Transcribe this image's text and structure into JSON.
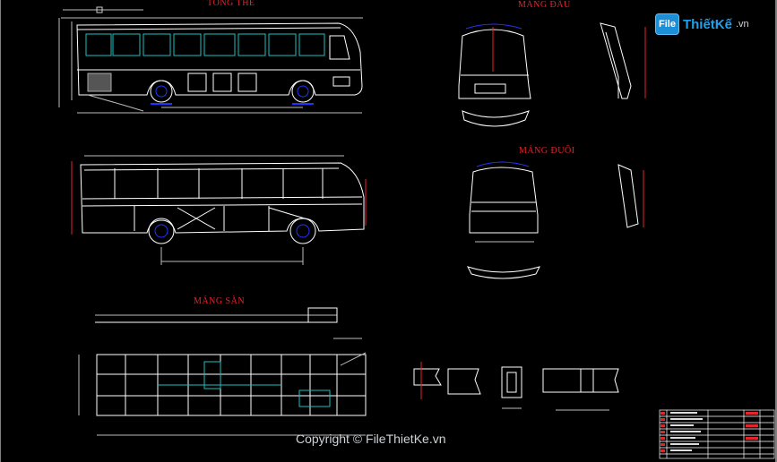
{
  "drawing": {
    "titles": {
      "overall": "TỔNG THỂ",
      "front": "MẢNG ĐẦU",
      "rear": "MẢNG ĐUÔI",
      "floor": "MẢNG SÀN"
    }
  },
  "logo": {
    "badge": "File",
    "text": "ThiếtKế",
    "suffix": ".vn"
  },
  "watermark": "Copyright © FileThietKe.vn",
  "colors": {
    "background": "#000000",
    "line": "#ffffff",
    "title": "#e4232b",
    "dimension": "#e4232b",
    "glass": "#1bbfc2",
    "wheel": "#2233ff",
    "accent": "#1ea0ee"
  }
}
